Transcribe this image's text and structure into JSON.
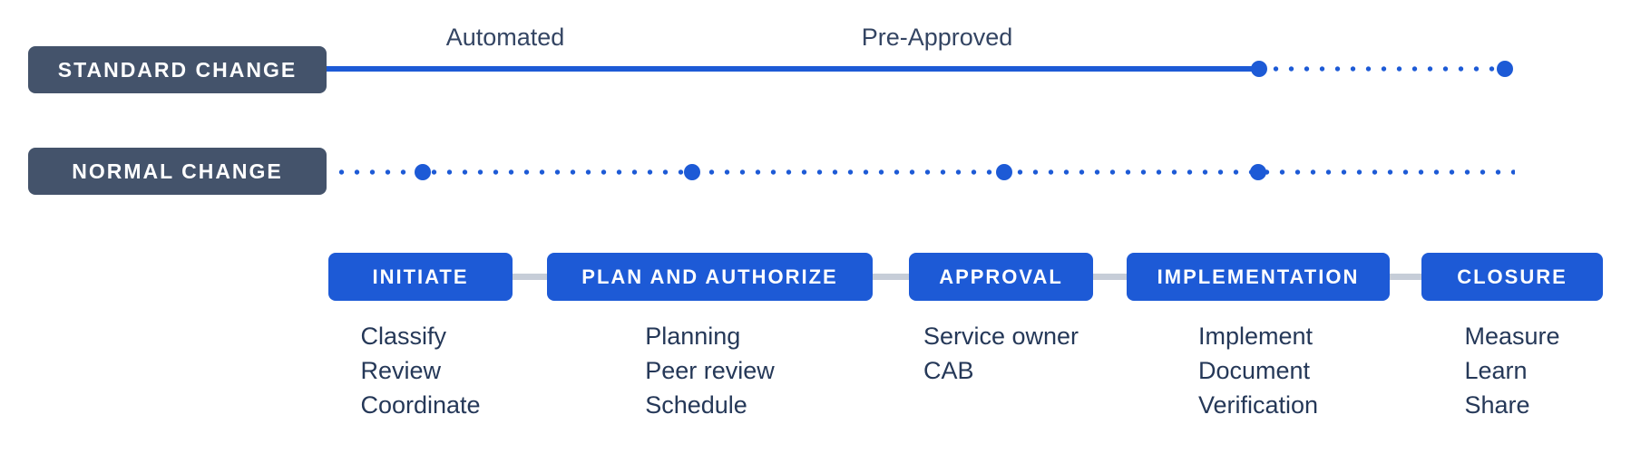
{
  "palette": {
    "blue": "#1d5ad6",
    "dark_slate": "#44536b",
    "text_navy": "#253858",
    "annotation_text": "#344563",
    "connector_gray": "#c6cdd8"
  },
  "rows": [
    {
      "label": "STANDARD CHANGE",
      "line_style": "solid then dotted"
    },
    {
      "label": "NORMAL CHANGE",
      "line_style": "dotted"
    }
  ],
  "annotations": {
    "automated": "Automated",
    "preapproved": "Pre-Approved"
  },
  "stages": [
    {
      "label": "INITIATE",
      "items": [
        "Classify",
        "Review",
        "Coordinate"
      ]
    },
    {
      "label": "PLAN AND AUTHORIZE",
      "items": [
        "Planning",
        "Peer review",
        "Schedule"
      ]
    },
    {
      "label": "APPROVAL",
      "items": [
        "Service owner",
        "CAB"
      ]
    },
    {
      "label": "IMPLEMENTATION",
      "items": [
        "Implement",
        "Document",
        "Verification"
      ]
    },
    {
      "label": "CLOSURE",
      "items": [
        "Measure",
        "Learn",
        "Share"
      ]
    }
  ]
}
